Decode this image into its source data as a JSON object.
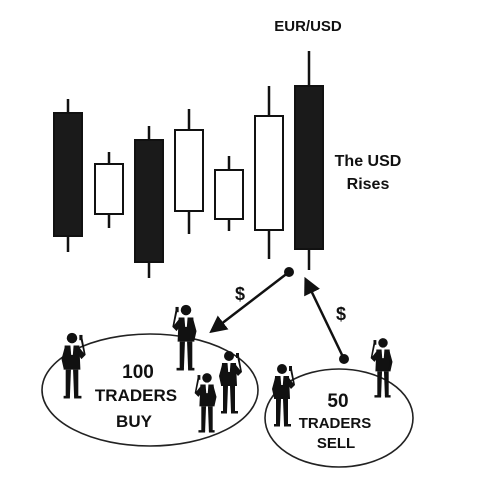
{
  "pair_label": "EUR/USD",
  "headline": [
    "The USD",
    "Rises"
  ],
  "currency_symbol": "$",
  "buyers": {
    "count": "100",
    "line1": "TRADERS",
    "line2": "BUY"
  },
  "sellers": {
    "count": "50",
    "line1": "TRADERS",
    "line2": "SELL"
  },
  "colors": {
    "bearish": "#1a1a1a",
    "bullish": "#ffffff",
    "ink": "#111111"
  },
  "icons": [
    "candlestick-icon",
    "trader-figure-icon",
    "arrow-icon"
  ],
  "candles": [
    {
      "dir": "down"
    },
    {
      "dir": "up"
    },
    {
      "dir": "down"
    },
    {
      "dir": "up"
    },
    {
      "dir": "up"
    },
    {
      "dir": "up"
    },
    {
      "dir": "down"
    }
  ]
}
